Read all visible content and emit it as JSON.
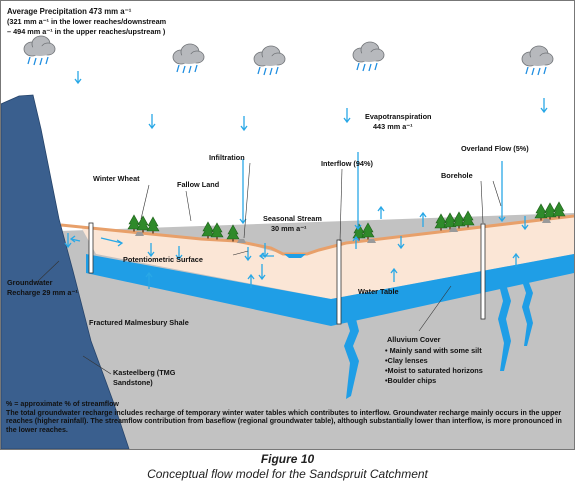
{
  "labels": {
    "avg_precip_1": "Average Precipitation 473 mm a⁻¹",
    "avg_precip_2": "(321 mm a⁻¹ in the lower reaches/downstream",
    "avg_precip_3": "– 494 mm a⁻¹ in the upper reaches/upstream )",
    "evapo_1": "Evapotranspiration",
    "evapo_2": "443 mm a⁻¹",
    "infiltration": "Infiltration",
    "interflow": "Interflow (94%)",
    "overland_flow": "Overland Flow (5%)",
    "winter_wheat": "Winter Wheat",
    "fallow_land": "Fallow Land",
    "borehole": "Borehole",
    "seasonal_stream_1": "Seasonal Stream",
    "seasonal_stream_2": "30 mm a⁻¹",
    "potentiometric_surface": "Potentiometric Surface",
    "water_table": "Water Table",
    "gw_recharge_1": "Groundwater",
    "gw_recharge_2": "Recharge  29 mm a⁻¹",
    "fractured_shale": "Fractured Malmesbury Shale",
    "alluvium_title": "Alluvium Cover",
    "alluvium_items": [
      "• Mainly sand with some silt",
      "•Clay lenses",
      "•Moist to saturated horizons",
      "•Boulder chips"
    ],
    "kasteelberg_1": "Kasteelberg (TMG",
    "kasteelberg_2": "Sandstone)"
  },
  "notes": {
    "key_line": "% = approximate % of streamflow",
    "paragraph": "The total groundwater recharge includes recharge of temporary winter water tables which contributes to interflow. Groundwater recharge mainly occurs in the upper reaches (higher rainfall). The streamflow contribution from baseflow (regional groundwater table), although substantially lower than interflow, is more pronounced in the lower reaches."
  },
  "caption": {
    "figure_label": "Figure 10",
    "title": "Conceptual flow model for the Sandspruit Catchment"
  },
  "colors": {
    "sky": "#ffffff",
    "mountain": "#3a5f8e",
    "bedrock": "#c0c0c0",
    "unsaturated_zone": "#fbe6d6",
    "surface_line": "#e8a06a",
    "water": "#1f9ee6",
    "arrow": "#29a8e6",
    "cloud": "#a7a9ad",
    "tree": "#2f8a2a"
  },
  "icons": [
    "cloud-rain-icon",
    "tree-icon",
    "up-arrow-icon",
    "down-arrow-icon"
  ]
}
